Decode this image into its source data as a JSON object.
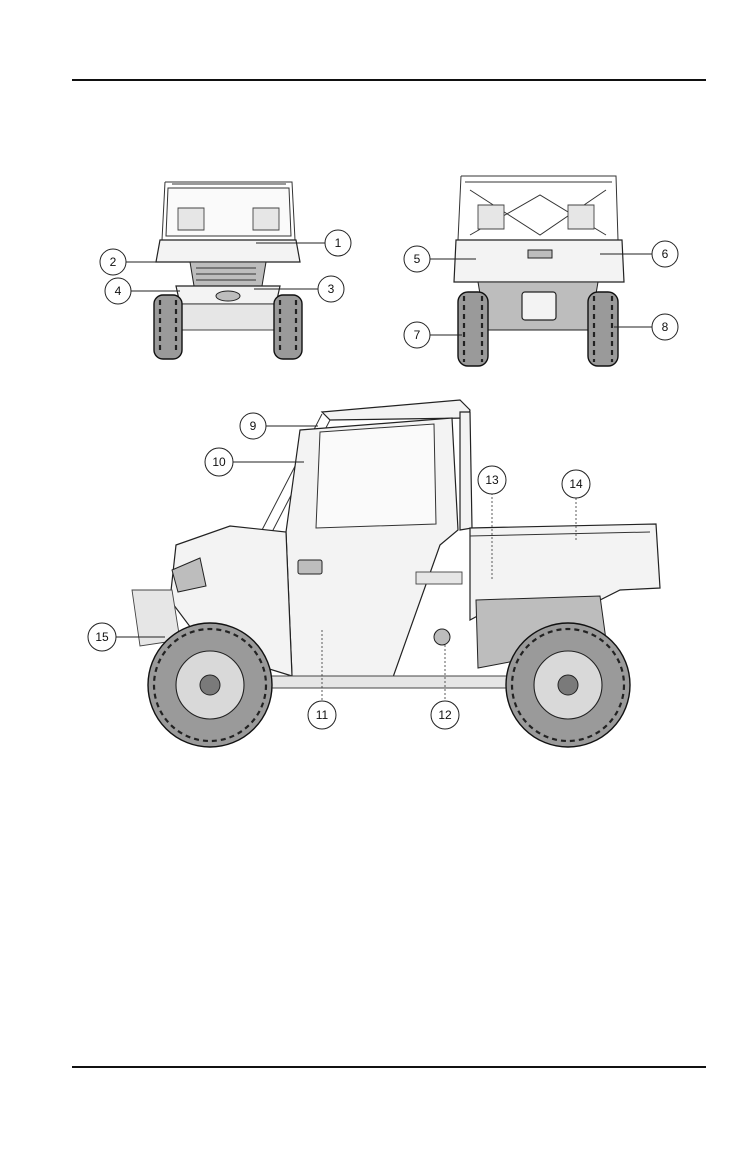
{
  "callouts": [
    {
      "id": "1",
      "label": "1"
    },
    {
      "id": "2",
      "label": "2"
    },
    {
      "id": "3",
      "label": "3"
    },
    {
      "id": "4",
      "label": "4"
    },
    {
      "id": "5",
      "label": "5"
    },
    {
      "id": "6",
      "label": "6"
    },
    {
      "id": "7",
      "label": "7"
    },
    {
      "id": "8",
      "label": "8"
    },
    {
      "id": "9",
      "label": "9"
    },
    {
      "id": "10",
      "label": "10"
    },
    {
      "id": "11",
      "label": "11"
    },
    {
      "id": "12",
      "label": "12"
    },
    {
      "id": "13",
      "label": "13"
    },
    {
      "id": "14",
      "label": "14"
    },
    {
      "id": "15",
      "label": "15"
    }
  ],
  "colors": {
    "ink": "#222222",
    "paper": "#ffffff"
  }
}
